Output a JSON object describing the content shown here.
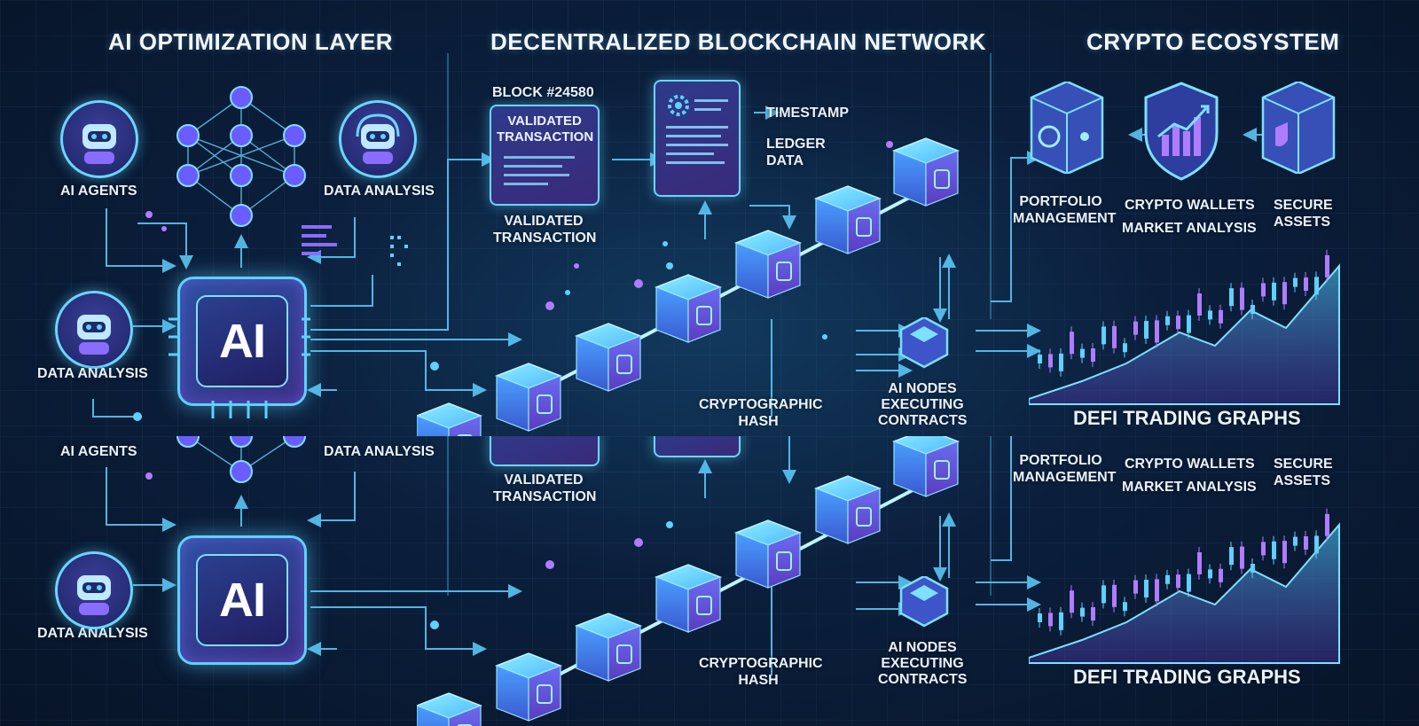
{
  "sections": {
    "ai_layer": "AI OPTIMIZATION LAYER",
    "blockchain": "DECENTRALIZED BLOCKCHAIN NETWORK",
    "ecosystem": "CRYPTO ECOSYSTEM"
  },
  "ai": {
    "chip_label": "AI",
    "agents": "AI AGENTS",
    "data_analysis_right": "DATA ANALYSIS",
    "data_analysis_left": "DATA ANALYSIS"
  },
  "blockchain": {
    "block_number": "BLOCK #24580",
    "card_title": "VALIDATED TRANSACTION",
    "validated_transaction": "VALIDATED TRANSACTION",
    "timestamp": "TIMESTAMP",
    "ledger_data": "LEDGER DATA",
    "cryptographic_hash": "CRYPTOGRAPHIC HASH",
    "ai_nodes": "AI NODES EXECUTING CONTRACTS"
  },
  "ecosystem": {
    "portfolio": "PORTFOLIO MANAGEMENT",
    "wallets": "CRYPTO WALLETS",
    "market_analysis": "MARKET ANALYSIS",
    "secure_assets": "SECURE ASSETS",
    "defi_graphs": "DEFI TRADING GRAPHS"
  },
  "colors": {
    "cyan": "#5fd0ff",
    "violet": "#8a6cff",
    "background": "#0b1f3c"
  }
}
